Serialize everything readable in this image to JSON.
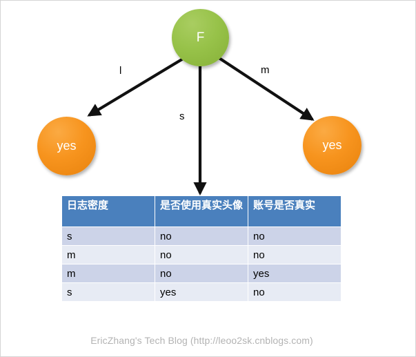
{
  "diagram": {
    "title": "decision-tree-with-sample-table",
    "nodes": {
      "root": {
        "label": "F",
        "color": "#94c045"
      },
      "leaf_left": {
        "label": "yes",
        "color": "#f7941e"
      },
      "leaf_right": {
        "label": "yes",
        "color": "#f7941e"
      }
    },
    "edges": [
      {
        "label": "l",
        "from": "F",
        "to": "yes"
      },
      {
        "label": "s",
        "from": "F",
        "to": "table"
      },
      {
        "label": "m",
        "from": "F",
        "to": "yes"
      }
    ]
  },
  "table": {
    "header_color": "#4a80bd",
    "row_color_odd": "#ccd3e8",
    "row_color_even": "#e7ebf4",
    "columns": [
      "日志密度",
      "是否使用真实头像",
      "账号是否真实"
    ],
    "rows": [
      [
        "s",
        "no",
        "no"
      ],
      [
        "m",
        "no",
        "no"
      ],
      [
        "m",
        "no",
        "yes"
      ],
      [
        "s",
        "yes",
        "no"
      ]
    ]
  },
  "watermark": {
    "text": "EricZhang's Tech Blog (http://leoo2sk.cnblogs.com)",
    "color": "#b3b3b3"
  }
}
